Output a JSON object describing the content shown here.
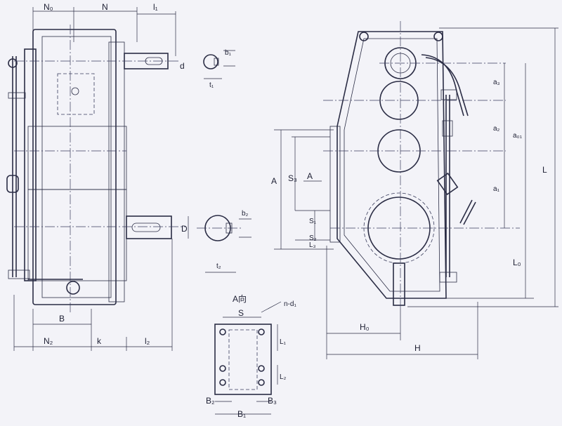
{
  "labels": {
    "N0": "N₀",
    "N": "N",
    "l1": "l₁",
    "d": "d",
    "b1": "b₁",
    "t1": "t₁",
    "D": "D",
    "b2": "b₂",
    "t2": "t₂",
    "B": "B",
    "N2": "N₂",
    "k": "k",
    "l2": "l₂",
    "a_view": "A向",
    "S": "S",
    "nd1": "n-d₁",
    "L1": "L₁",
    "L2": "L₂",
    "B2": "B₂",
    "B1": "B₁",
    "B3": "B₃",
    "A": "A",
    "S3": "S₃",
    "A_arrow": "A",
    "S1": "S₁",
    "S2": "S₂",
    "L3": "L₃",
    "a3": "a₃",
    "a2": "a₂",
    "a01": "a₀₁",
    "a1": "a₁",
    "L0": "L₀",
    "L": "L",
    "H0": "H₀",
    "H": "H"
  }
}
